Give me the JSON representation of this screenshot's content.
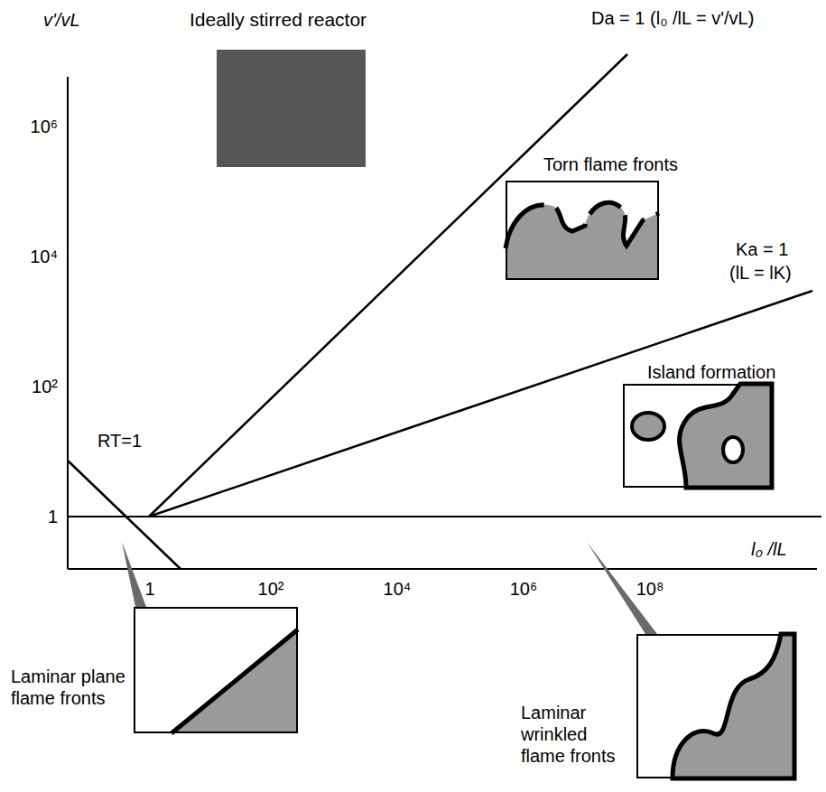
{
  "diagram": {
    "nodes": [
      {
        "text": [
          "Ideally stirred reactor"
        ]
      },
      {
        "text": [
          "Torn flame fronts"
        ]
      },
      {
        "text": [
          "Island formation"
        ]
      },
      {
        "text": [
          "Laminar plane flame fronts"
        ]
      },
      {
        "text": [
          "Laminar wrinkled flame fronts"
        ]
      }
    ],
    "labels": [
      "v'/vL",
      "Da = 1 (l₀ /lL = v'/vL)",
      "10⁶",
      "10⁴",
      "Ka = 1",
      "(lL = lK)",
      "10²",
      "RT=1",
      "1",
      "1",
      "10²",
      "10⁴",
      "10⁶",
      "10⁸",
      "l₀ /lL"
    ]
  }
}
